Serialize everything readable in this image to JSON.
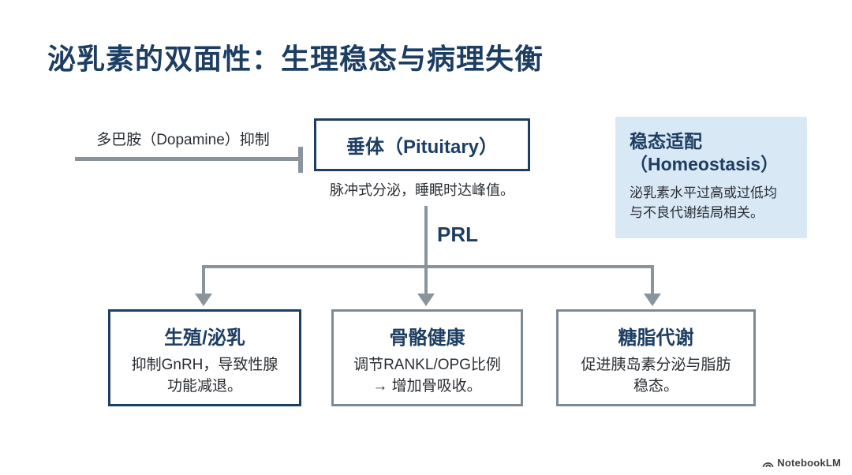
{
  "title": "泌乳素的双面性：生理稳态与病理失衡",
  "diagram": {
    "dopamine_label": "多巴胺（Dopamine）抑制",
    "pituitary": {
      "title": "垂体（Pituitary）",
      "note": "脉冲式分泌，睡眠时达峰值。"
    },
    "hormone_label": "PRL",
    "homeostasis": {
      "title": "稳态适配\n（Homeostasis）",
      "body": "泌乳素水平过高或过低均\n与不良代谢结局相关。"
    },
    "branches": [
      {
        "title": "生殖/泌乳",
        "body": "抑制GnRH，导致性腺\n功能减退。"
      },
      {
        "title": "骨骼健康",
        "body": "调节RANKL/OPG比例\n→ 增加骨吸收。"
      },
      {
        "title": "糖脂代谢",
        "body": "促进胰岛素分泌与脂肪\n稳态。"
      }
    ]
  },
  "footer": {
    "brand": "NotebookLM"
  },
  "colors": {
    "navy": "#1d3e63",
    "line_gray": "#8a949d",
    "border_gray": "#7d8994",
    "light_blue_bg": "#d9e8f5",
    "text_dark": "#2a2e33"
  }
}
